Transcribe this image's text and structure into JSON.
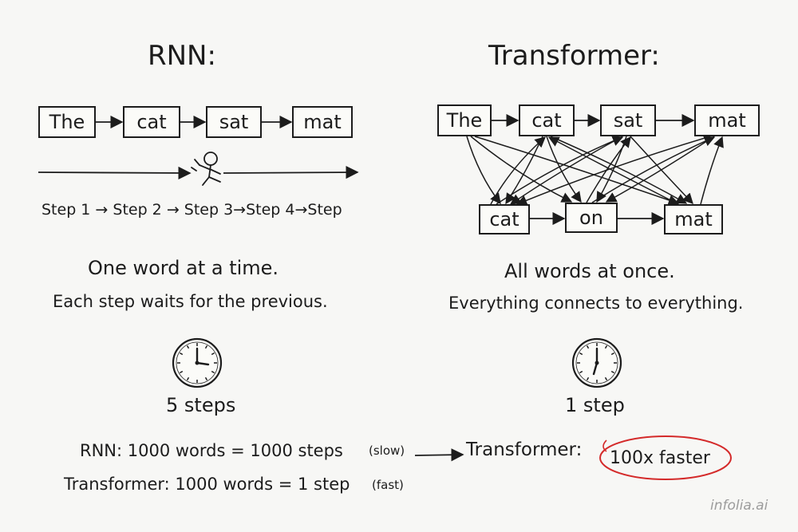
{
  "rnn": {
    "title": "RNN:",
    "tokens": [
      "The",
      "cat",
      "sat",
      "mat"
    ],
    "steps_line": "Step 1 → Step 2 → Step 3→Step 4→Step",
    "headline": "One word at a time.",
    "subline": "Each step waits for the previous.",
    "time_label": "5 steps"
  },
  "transformer": {
    "title": "Transformer:",
    "top_tokens": [
      "The",
      "cat",
      "sat",
      "mat"
    ],
    "bottom_tokens": [
      "cat",
      "on",
      "mat"
    ],
    "headline": "All words at once.",
    "subline": "Everything connects to everything.",
    "time_label": "1 step"
  },
  "comparison": {
    "rnn_line": "RNN: 1000 words = 1000 steps",
    "rnn_note": "(slow)",
    "transformer_line": "Transformer: 1000 words = 1 step",
    "transformer_note": "(fast)",
    "result_label": "Transformer:",
    "result_value": "100x faster"
  },
  "watermark": "infolia.ai",
  "colors": {
    "ink": "#1c1c1c",
    "highlight": "#d42a2a",
    "watermark": "#9c9c9c"
  },
  "icons": [
    "clock-icon",
    "stick-figure-icon"
  ]
}
